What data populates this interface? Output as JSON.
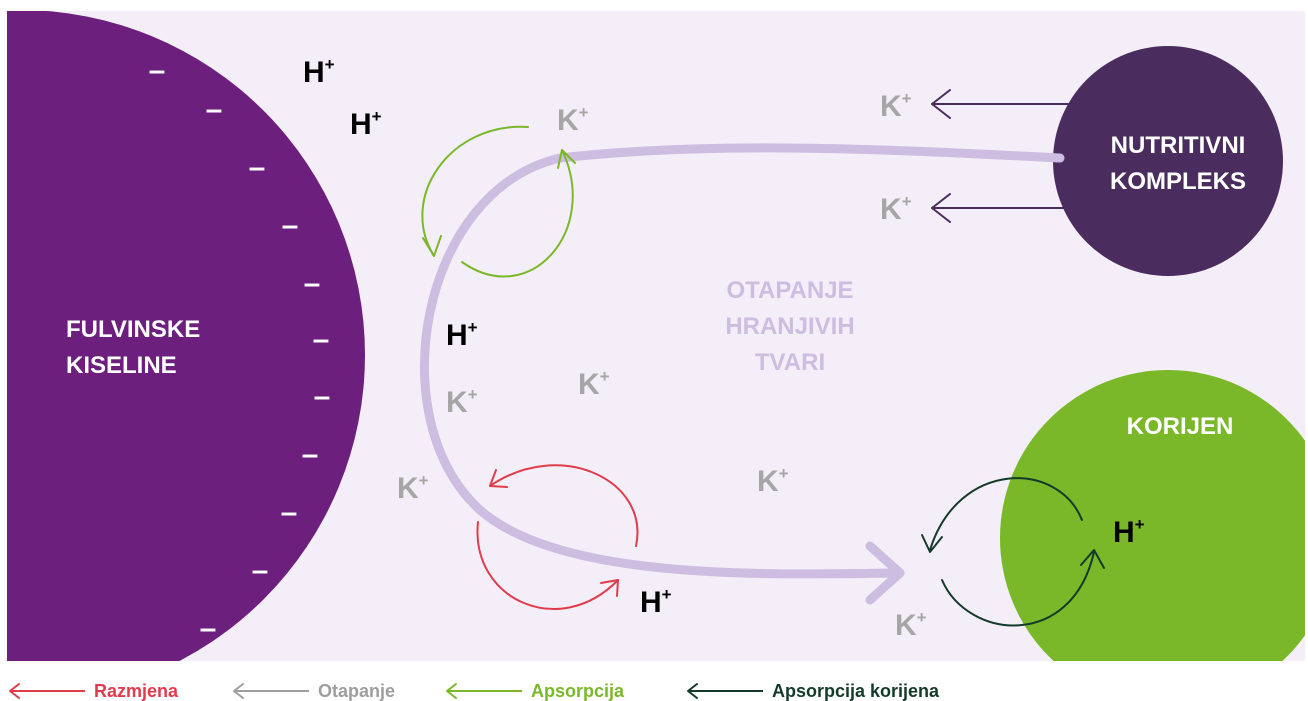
{
  "colors": {
    "panel": "#f4eef8",
    "fulvic": "#6d1f7e",
    "nutrient": "#4a2d5e",
    "root": "#7ab829",
    "dissolve_path": "#cdbde0",
    "exchange": "#e03c4c",
    "dissolution": "#9e9e9e",
    "absorption": "#7ab829",
    "root_absorption": "#143a2a",
    "ion_dark": "#000000",
    "ion_gray": "#a6a6a6"
  },
  "labels": {
    "fulvic": [
      "FULVINSKE",
      "KISELINE"
    ],
    "nutrient": [
      "NUTRITIVNI",
      "KOMPLEKS"
    ],
    "root": [
      "KORIJEN"
    ],
    "dissolution": [
      "OTAPANJE",
      "HRANJIVIH",
      "TVARI"
    ]
  },
  "ions": {
    "h": "H",
    "k": "K",
    "charge": "+",
    "minus": "–"
  },
  "legend": [
    {
      "label": "Razmjena",
      "color": "#e03c4c"
    },
    {
      "label": "Otapanje",
      "color": "#9e9e9e"
    },
    {
      "label": "Apsorpcija",
      "color": "#7ab829"
    },
    {
      "label": "Apsorpcija korijena",
      "color": "#143a2a"
    }
  ]
}
